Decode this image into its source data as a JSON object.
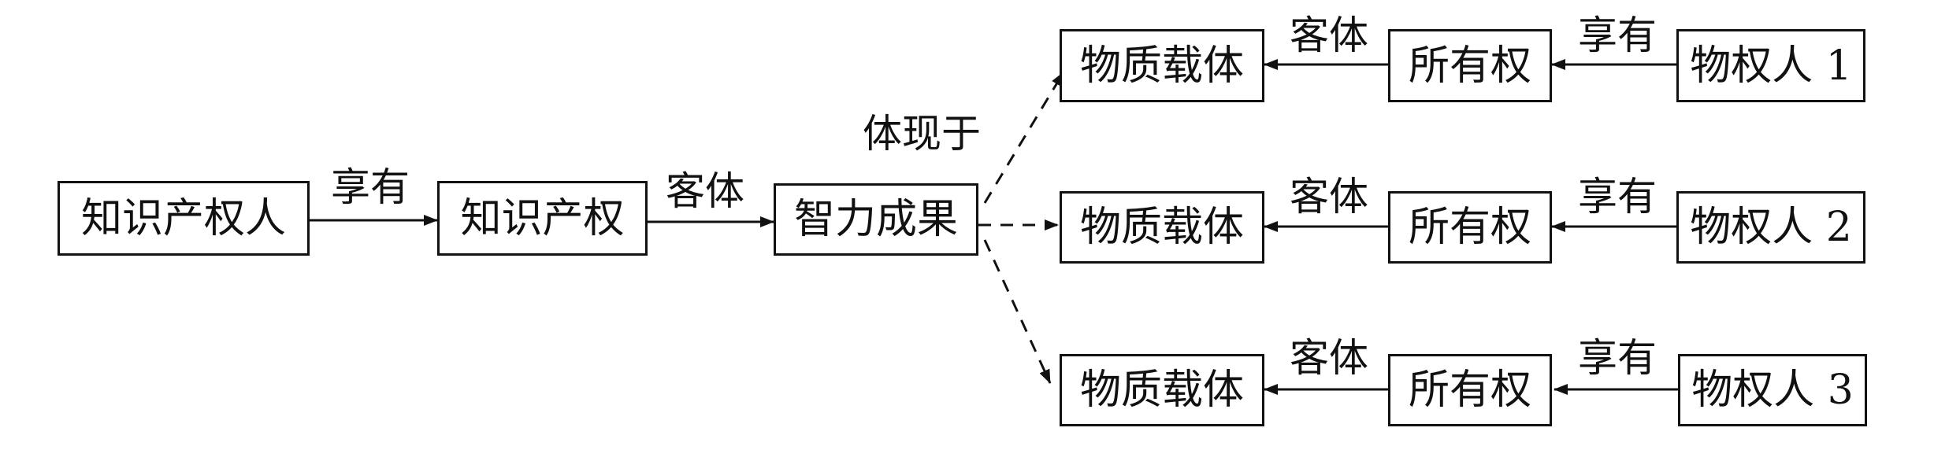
{
  "main": {
    "holder": "知识产权人",
    "ip": "知识产权",
    "achievement": "智力成果",
    "embodied_label": "体现于",
    "enjoy_label": "享有",
    "object_label": "客体"
  },
  "rows": [
    {
      "carrier": "物质载体",
      "object_label": "客体",
      "ownership": "所有权",
      "enjoy_label": "享有",
      "owner": "物权人 1"
    },
    {
      "carrier": "物质载体",
      "object_label": "客体",
      "ownership": "所有权",
      "enjoy_label": "享有",
      "owner": "物权人 2"
    },
    {
      "carrier": "物质载体",
      "object_label": "客体",
      "ownership": "所有权",
      "enjoy_label": "享有",
      "owner": "物权人 3"
    }
  ]
}
